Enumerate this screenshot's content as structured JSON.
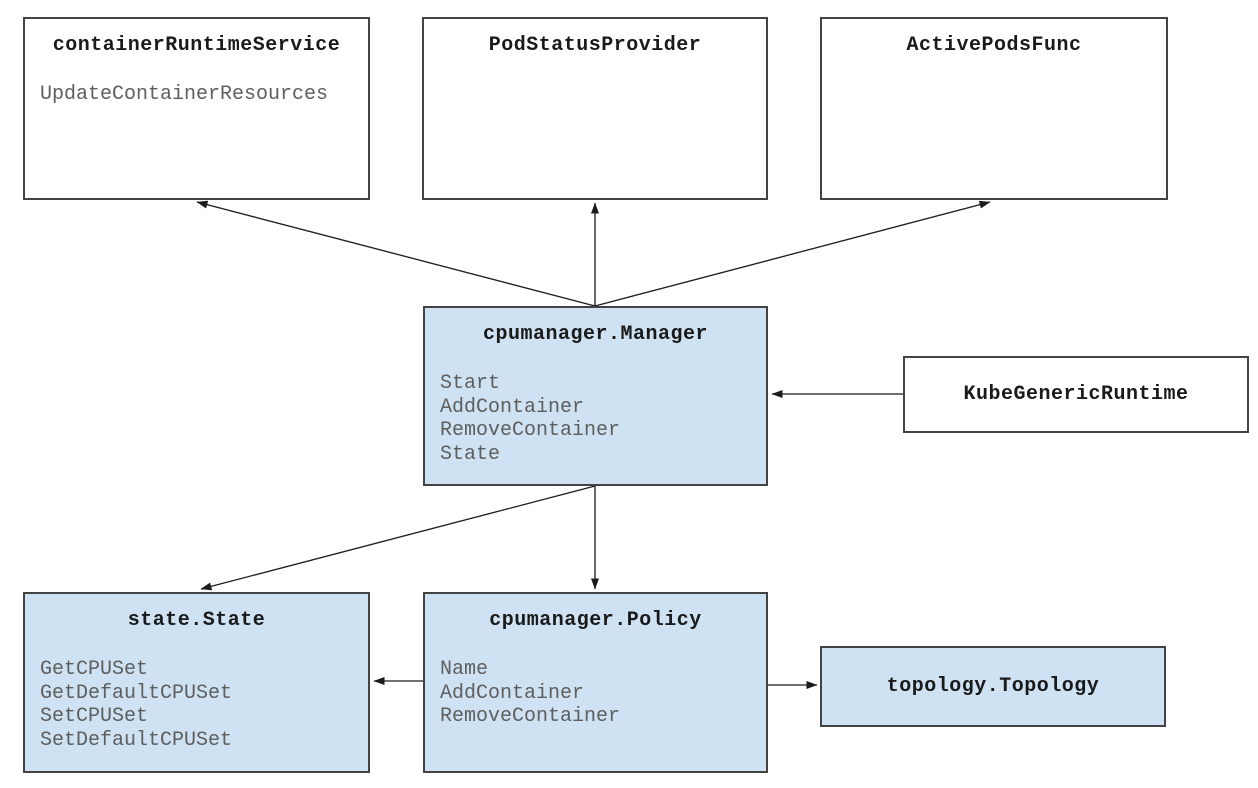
{
  "diagram": {
    "background_color": "#ffffff",
    "node_fill_default": "#ffffff",
    "node_fill_highlight": "#cfe2f3",
    "node_border_color": "#434343",
    "title_text_color": "#1a1a1a",
    "method_text_color": "#5e5e5e",
    "arrow_color": "#1b1b1b"
  },
  "nodes": {
    "containerRuntimeService": {
      "title": "containerRuntimeService",
      "methods": [
        "UpdateContainerResources"
      ]
    },
    "podStatusProvider": {
      "title": "PodStatusProvider",
      "methods": []
    },
    "activePodsFunc": {
      "title": "ActivePodsFunc",
      "methods": []
    },
    "cpumanagerManager": {
      "title": "cpumanager.Manager",
      "methods": [
        "Start",
        "AddContainer",
        "RemoveContainer",
        "State"
      ]
    },
    "kubeGenericRuntime": {
      "title": "KubeGenericRuntime",
      "methods": []
    },
    "stateState": {
      "title": "state.State",
      "methods": [
        "GetCPUSet",
        "GetDefaultCPUSet",
        "SetCPUSet",
        "SetDefaultCPUSet"
      ]
    },
    "cpumanagerPolicy": {
      "title": "cpumanager.Policy",
      "methods": [
        "Name",
        "AddContainer",
        "RemoveContainer"
      ]
    },
    "topologyTopology": {
      "title": "topology.Topology",
      "methods": []
    }
  },
  "edges": [
    {
      "from": "cpumanager.Manager",
      "to": "containerRuntimeService"
    },
    {
      "from": "cpumanager.Manager",
      "to": "PodStatusProvider"
    },
    {
      "from": "cpumanager.Manager",
      "to": "ActivePodsFunc"
    },
    {
      "from": "KubeGenericRuntime",
      "to": "cpumanager.Manager"
    },
    {
      "from": "cpumanager.Manager",
      "to": "state.State"
    },
    {
      "from": "cpumanager.Manager",
      "to": "cpumanager.Policy"
    },
    {
      "from": "cpumanager.Policy",
      "to": "state.State"
    },
    {
      "from": "cpumanager.Policy",
      "to": "topology.Topology"
    }
  ]
}
